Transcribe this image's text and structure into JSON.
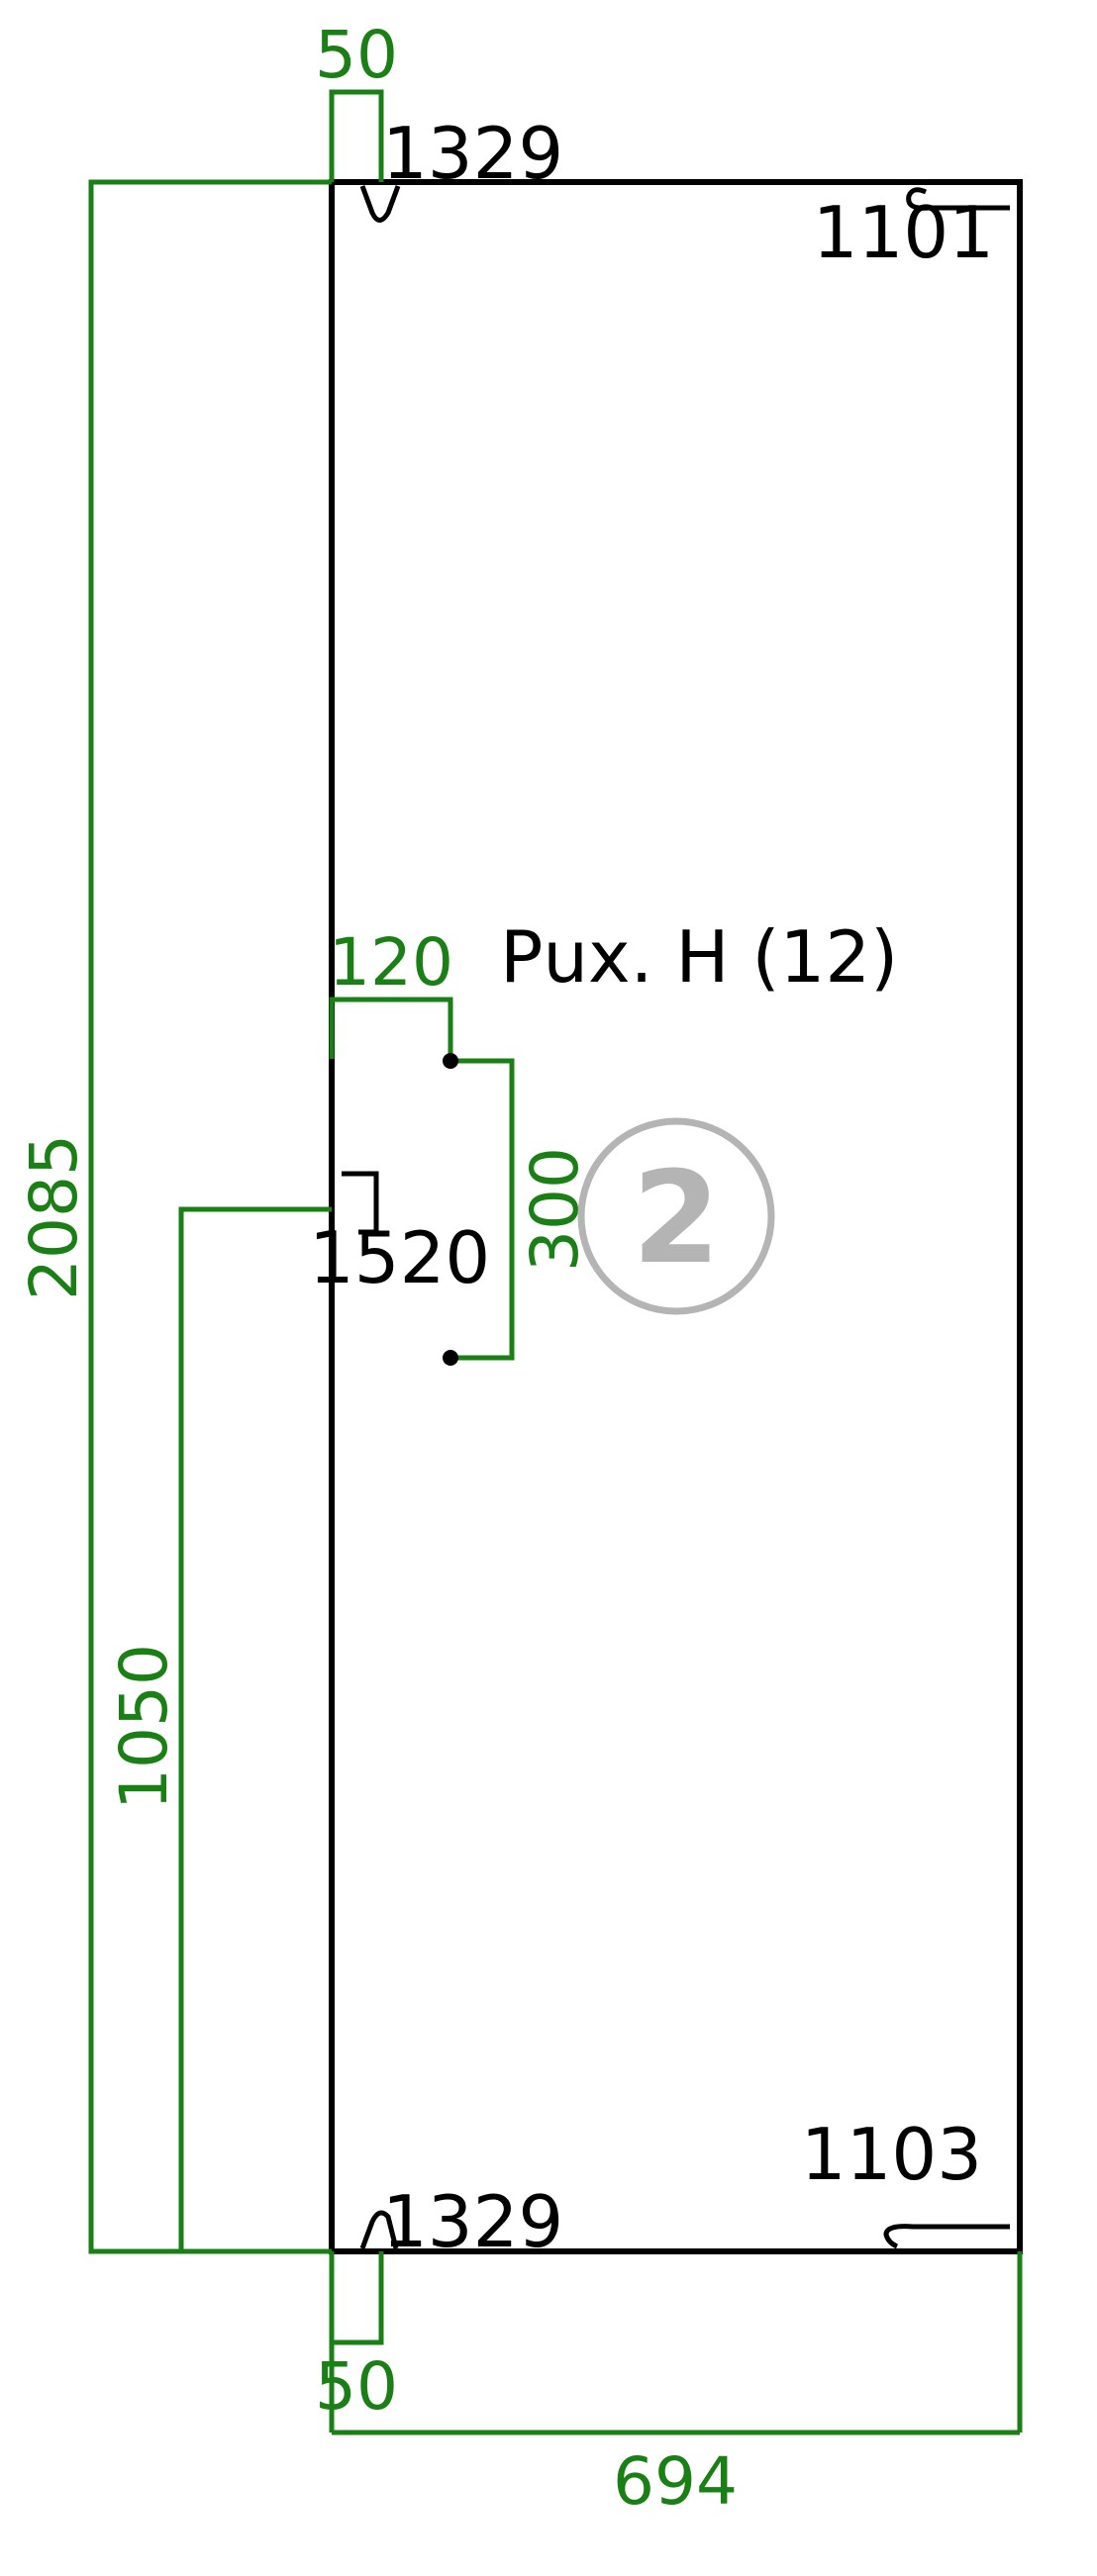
{
  "colors": {
    "dimension": "#1a7f14",
    "outline": "#000000",
    "badge": "#b4b4b4",
    "background": "#ffffff"
  },
  "panel": {
    "width_label": "694",
    "height_label": "2085"
  },
  "dimensions": {
    "top_notch_width": "50",
    "bottom_notch_width": "50",
    "handle_offset": "120",
    "handle_spacing": "300",
    "side_height": "1050"
  },
  "labels": {
    "top_left": "1329",
    "top_right": "1101",
    "handle_text": "Рuх. Н (12)",
    "side_mid": "1520",
    "bottom_right": "1103",
    "bottom_left": "1329"
  },
  "badge": {
    "number": "2"
  }
}
